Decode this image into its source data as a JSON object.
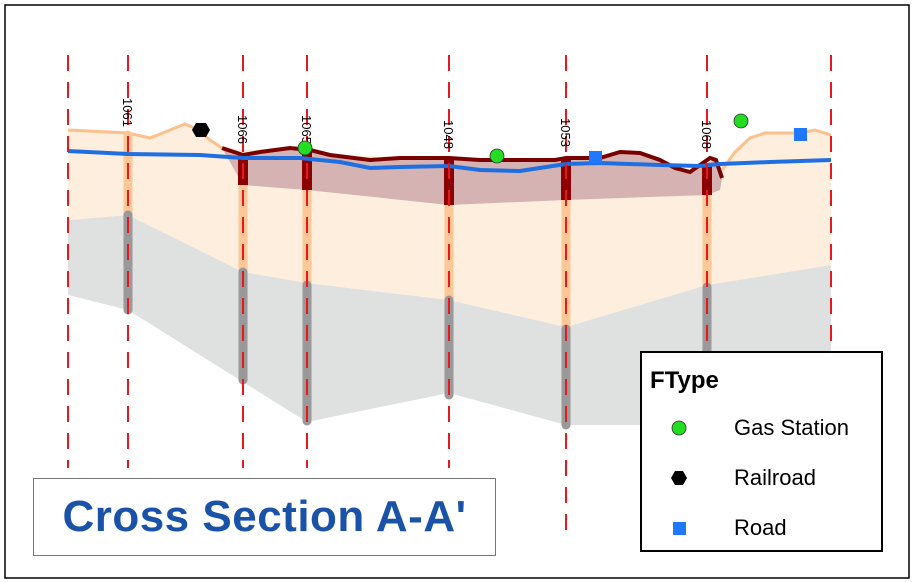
{
  "wells": [
    {
      "id": "1061"
    },
    {
      "id": "1066"
    },
    {
      "id": "1065"
    },
    {
      "id": "1048"
    },
    {
      "id": "1053"
    },
    {
      "id": "1068"
    }
  ],
  "title": "Cross Section A-A'",
  "legend": {
    "title": "FType",
    "items": [
      {
        "label": "Gas Station",
        "icon": "green-circle-icon",
        "color": "#22dd22"
      },
      {
        "label": "Railroad",
        "icon": "black-hexagon-icon",
        "color": "#000000"
      },
      {
        "label": "Road",
        "icon": "blue-square-icon",
        "color": "#1f78ff"
      }
    ]
  },
  "colors": {
    "section_line": "#e8191e",
    "water_table": "#1f6fe0",
    "upper_layer": "#fdeede",
    "clay_layer": "#d5b3b3",
    "clay_outline": "#7a0000",
    "bedrock_layer": "#dfe0e0"
  }
}
